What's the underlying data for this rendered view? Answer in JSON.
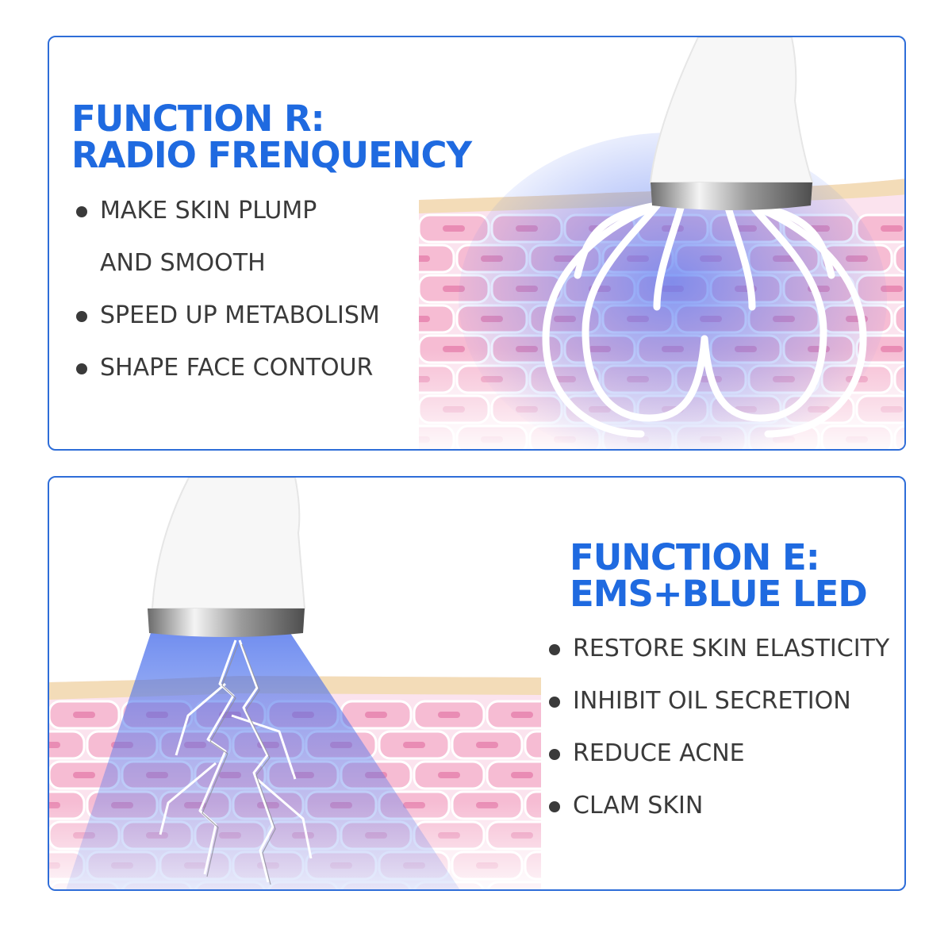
{
  "function_r": {
    "title_line1": "FUNCTION R:",
    "title_line2": "RADIO FRENQUENCY",
    "bullets": [
      {
        "text": "MAKE SKIN PLUMP",
        "bullet": true
      },
      {
        "text": "AND SMOOTH",
        "bullet": false
      },
      {
        "text": "SPEED UP METABOLISM",
        "bullet": true
      },
      {
        "text": "SHAPE FACE CONTOUR",
        "bullet": true
      }
    ]
  },
  "function_e": {
    "title_line1": "FUNCTION E:",
    "title_line2": "EMS+BLUE LED",
    "bullets": [
      {
        "text": "RESTORE SKIN ELASTICITY",
        "bullet": true
      },
      {
        "text": "INHIBIT OIL SECRETION",
        "bullet": true
      },
      {
        "text": "REDUCE ACNE",
        "bullet": true
      },
      {
        "text": "CLAM SKIN",
        "bullet": true
      }
    ]
  },
  "colors": {
    "border": "#2e6dd8",
    "title": "#1f6ae0",
    "text": "#3a3a3a",
    "skin_pink": "#f6bcd3",
    "skin_surface": "#f3dcb8",
    "blue_light": "#4f7cf0"
  },
  "icons": {
    "device_r": "rf-device-head-icon",
    "device_e": "ems-device-head-icon",
    "waves": "radio-wave-icon",
    "lightning": "lightning-icon"
  }
}
